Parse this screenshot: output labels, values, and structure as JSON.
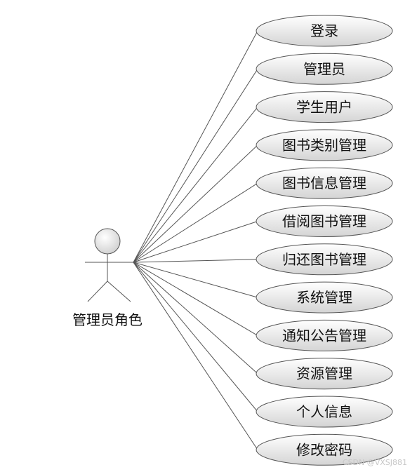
{
  "actor": {
    "label": "管理员角色"
  },
  "use_cases": [
    {
      "label": "登录"
    },
    {
      "label": "管理员"
    },
    {
      "label": "学生用户"
    },
    {
      "label": "图书类别管理"
    },
    {
      "label": "图书信息管理"
    },
    {
      "label": "借阅图书管理"
    },
    {
      "label": "归还图书管理"
    },
    {
      "label": "系统管理"
    },
    {
      "label": "通知公告管理"
    },
    {
      "label": "资源管理"
    },
    {
      "label": "个人信息"
    },
    {
      "label": "修改密码"
    }
  ],
  "watermark": "CSDN @VXSJ881",
  "colors": {
    "ellipse_fill_top": "#ffffff",
    "ellipse_fill_bottom": "#d4d4d4",
    "ellipse_stroke": "#555555",
    "line": "#555555",
    "actor_head_fill_top": "#ffffff",
    "actor_head_fill_bottom": "#cccccc"
  }
}
